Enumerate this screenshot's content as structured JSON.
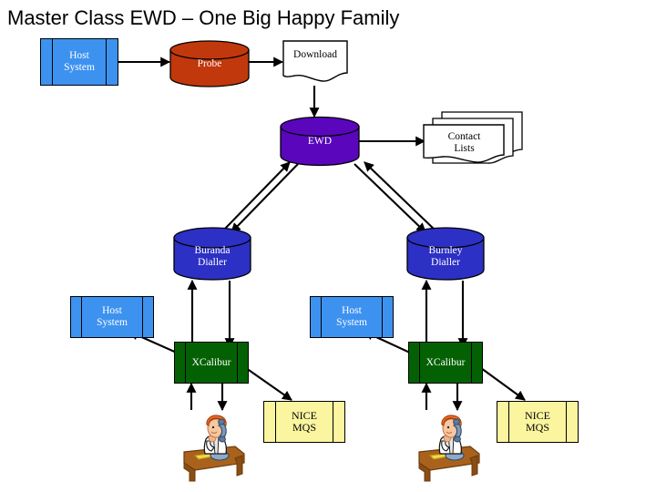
{
  "title": "Master Class EWD – One Big Happy Family",
  "colors": {
    "host_fill": "#3d92f0",
    "probe_fill": "#c2380d",
    "ewd_fill": "#5a06bd",
    "dialler_fill": "#2d30c4",
    "xcalibur_fill": "#036103",
    "nice_fill": "#fbf5a0",
    "document_fill": "#ffffff",
    "stroke": "#000000",
    "background": "#ffffff"
  },
  "nodes": {
    "host_top": {
      "label": "Host\nSystem",
      "line1": "Host",
      "line2": "System",
      "shape": "prism",
      "color": "#3d92f0"
    },
    "probe": {
      "label": "Probe",
      "shape": "cylinder",
      "color": "#c2380d"
    },
    "download": {
      "label": "Download",
      "shape": "document",
      "color": "#ffffff"
    },
    "ewd": {
      "label": "EWD",
      "shape": "cylinder",
      "color": "#5a06bd"
    },
    "contact_lists": {
      "line1": "Contact",
      "line2": "Lists",
      "shape": "stacked-document",
      "color": "#ffffff"
    },
    "buranda_dialler": {
      "line1": "Buranda",
      "line2": "Dialler",
      "shape": "cylinder",
      "color": "#2d30c4"
    },
    "burnley_dialler": {
      "line1": "Burnley",
      "line2": "Dialler",
      "shape": "cylinder",
      "color": "#2d30c4"
    },
    "host_left": {
      "line1": "Host",
      "line2": "System",
      "shape": "prism",
      "color": "#3d92f0"
    },
    "host_right": {
      "line1": "Host",
      "line2": "System",
      "shape": "prism",
      "color": "#3d92f0"
    },
    "xcalibur_left": {
      "label": "XCalibur",
      "shape": "prism",
      "color": "#036103"
    },
    "xcalibur_right": {
      "label": "XCalibur",
      "shape": "prism",
      "color": "#036103"
    },
    "nice_mqs_left": {
      "line1": "NICE",
      "line2": "MQS",
      "shape": "prism",
      "color": "#fbf5a0"
    },
    "nice_mqs_right": {
      "line1": "NICE",
      "line2": "MQS",
      "shape": "prism",
      "color": "#fbf5a0"
    },
    "agent_left": {
      "label": "call-centre-agent",
      "shape": "clipart"
    },
    "agent_right": {
      "label": "call-centre-agent",
      "shape": "clipart"
    }
  },
  "connections": [
    {
      "from": "host_top",
      "to": "probe",
      "type": "arrow"
    },
    {
      "from": "probe",
      "to": "download",
      "type": "arrow"
    },
    {
      "from": "download",
      "to": "ewd",
      "type": "arrow"
    },
    {
      "from": "ewd",
      "to": "contact_lists",
      "type": "arrow"
    },
    {
      "from": "buranda_dialler",
      "to": "ewd",
      "type": "arrow"
    },
    {
      "from": "ewd",
      "to": "buranda_dialler",
      "type": "arrow"
    },
    {
      "from": "burnley_dialler",
      "to": "ewd",
      "type": "arrow"
    },
    {
      "from": "ewd",
      "to": "burnley_dialler",
      "type": "arrow"
    },
    {
      "from": "xcalibur_left",
      "to": "buranda_dialler",
      "type": "arrow"
    },
    {
      "from": "buranda_dialler",
      "to": "xcalibur_left",
      "type": "arrow"
    },
    {
      "from": "xcalibur_left",
      "to": "host_left",
      "type": "arrow"
    },
    {
      "from": "xcalibur_left",
      "to": "nice_mqs_left",
      "type": "arrow"
    },
    {
      "from": "agent_left",
      "to": "xcalibur_left",
      "type": "arrow"
    },
    {
      "from": "xcalibur_left",
      "to": "agent_left",
      "type": "arrow"
    },
    {
      "from": "xcalibur_right",
      "to": "burnley_dialler",
      "type": "arrow"
    },
    {
      "from": "burnley_dialler",
      "to": "xcalibur_right",
      "type": "arrow"
    },
    {
      "from": "xcalibur_right",
      "to": "host_right",
      "type": "arrow"
    },
    {
      "from": "xcalibur_right",
      "to": "nice_mqs_right",
      "type": "arrow"
    },
    {
      "from": "agent_right",
      "to": "xcalibur_right",
      "type": "arrow"
    },
    {
      "from": "xcalibur_right",
      "to": "agent_right",
      "type": "arrow"
    }
  ]
}
